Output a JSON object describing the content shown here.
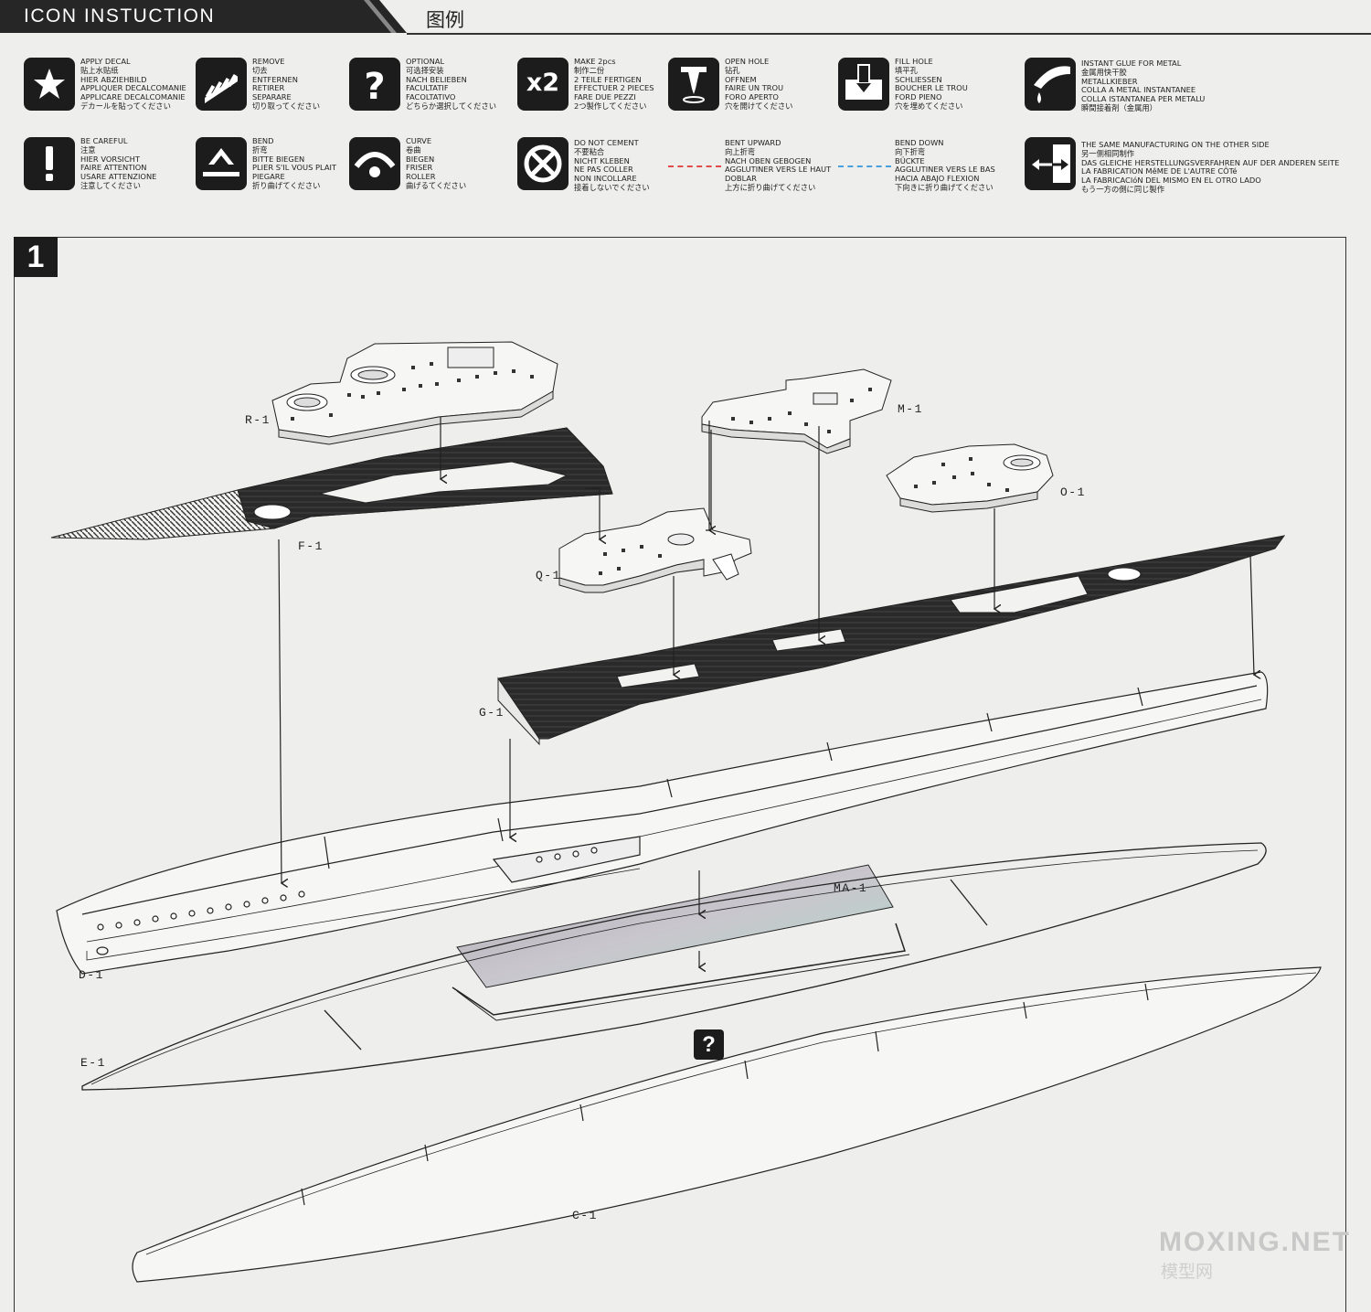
{
  "header": {
    "title": "ICON INSTUCTION",
    "title_cn": "图例"
  },
  "legend": [
    {
      "icon": "star-icon",
      "lines": [
        "APPLY DECAL",
        "贴上水贴纸",
        "HIER ABZIEHBILD",
        "APPLIQUER DECALCOMANIE",
        "APPLICARE DECALCOMANIE",
        "デカールを貼ってください"
      ]
    },
    {
      "icon": "cut-icon",
      "lines": [
        "REMOVE",
        "切去",
        "ENTFERNEN",
        "RETIRER",
        "SEPARARE",
        "切り取ってください"
      ]
    },
    {
      "icon": "question-icon",
      "lines": [
        "OPTIONAL",
        "可选择安装",
        "NACH BELIEBEN",
        "FACULTATIF",
        "FACOLTATIVO",
        "どちらか選択してください"
      ]
    },
    {
      "icon": "x2-icon",
      "icon_text": "x2",
      "lines": [
        "MAKE 2pcs",
        "制作二份",
        "2 TEILE FERTIGEN",
        "EFFECTUER 2 PIECES",
        "FARE DUE PEZZI",
        "2つ製作してください"
      ]
    },
    {
      "icon": "drill-icon",
      "lines": [
        "OPEN HOLE",
        "钻孔",
        "OFFNEM",
        "FAIRE UN TROU",
        "FORO APERTO",
        "穴を開けてください"
      ]
    },
    {
      "icon": "fill-hole-icon",
      "lines": [
        "FILL HOLE",
        "填平孔",
        "SCHLIESSEN",
        "BOUCHER LE TROU",
        "FORD PIENO",
        "穴を埋めてください"
      ]
    },
    {
      "icon": "glue-icon",
      "lines": [
        "INSTANT GLUE FOR METAL",
        "金属用快干胶",
        "METALLKIEBER",
        "COLLA A METAL INSTANTANEE",
        "COLLA ISTANTANEA PER METALU",
        "瞬間接着剤（金属用）"
      ]
    },
    {
      "icon": "exclamation-icon",
      "lines": [
        "BE CAREFUL",
        "注意",
        "HIER VORSICHT",
        "FAIRE ATTENTION",
        "USARE ATTENZIONE",
        "注意してください"
      ]
    },
    {
      "icon": "bend-icon",
      "lines": [
        "BEND",
        "折弯",
        "BITTE BIEGEN",
        "PLIER S'IL VOUS PLAIT",
        "PIEGARE",
        "折り曲げてください"
      ]
    },
    {
      "icon": "curve-icon",
      "lines": [
        "CURVE",
        "卷曲",
        "BIEGEN",
        "FRISER",
        "ROLLER",
        "曲げるてください"
      ]
    },
    {
      "icon": "no-cement-icon",
      "lines": [
        "DO NOT CEMENT",
        "不要粘合",
        "NICHT KLEBEN",
        "NE PAS COLLER",
        "NON INCOLLARE",
        "接着しないでください"
      ]
    },
    {
      "icon": "red-dashed-line-icon",
      "lines": [
        "BENT UPWARD",
        "向上折弯",
        "NACH OBEN GEBOGEN",
        "AGGLUTINER VERS LE HAUT",
        "DOBLAR",
        "上方に折り曲げてください"
      ]
    },
    {
      "icon": "blue-dashed-line-icon",
      "lines": [
        "BEND DOWN",
        "向下折弯",
        "BÜCKTE",
        "AGGLUTINER VERS LE BAS",
        "HACIA ABAJO FLEXION",
        "下向きに折り曲げてください"
      ]
    },
    {
      "icon": "mirror-arrow-icon",
      "lines": [
        "THE SAME MANUFACTURING ON THE OTHER SIDE",
        "另一侧相同制作",
        "DAS GLEICHE HERSTELLUNGSVERFAHREN AUF DER ANDEREN SEITE",
        "LA FABRICATION MêME DE L'AUTRE CÔTé",
        "LA FABRICACIóN DEL MISMO EN EL OTRO LADO",
        "もう一方の側に同じ製作"
      ]
    }
  ],
  "step": {
    "number": "1",
    "parts": [
      "R-1",
      "M-1",
      "O-1",
      "F-1",
      "Q-1",
      "G-1",
      "MA-1",
      "D-1",
      "E-1",
      "C-1"
    ],
    "optional_mark": "?"
  },
  "watermark": {
    "latin": "MOXING.NET",
    "cn": "模型网"
  }
}
